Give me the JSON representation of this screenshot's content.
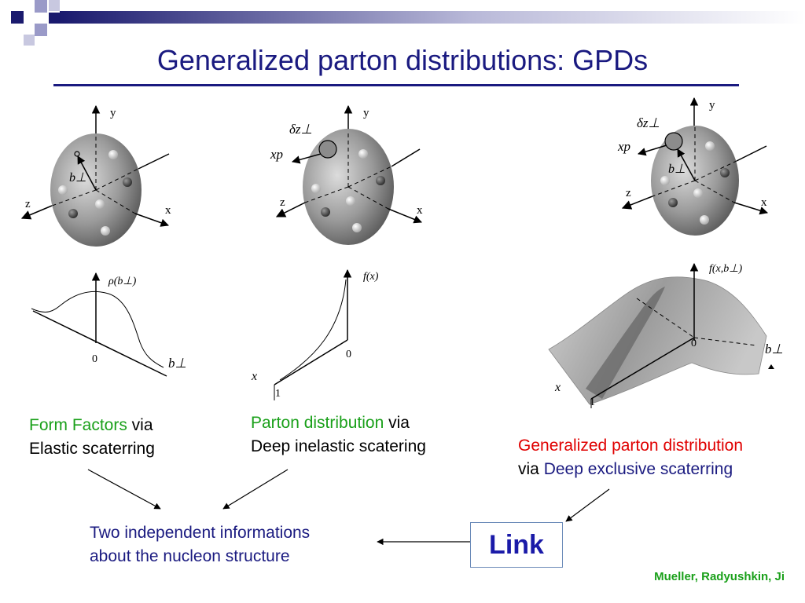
{
  "title": "Generalized parton distributions: GPDs",
  "colors": {
    "title": "#1a1a80",
    "highlight_green": "#1aa01a",
    "highlight_red": "#e00000"
  },
  "diagrams": {
    "axis_y": "y",
    "axis_x": "x",
    "axis_z": "z",
    "b_perp": "b⊥",
    "delta_z": "δz⊥",
    "xp": "xp",
    "rho_b": "ρ(b⊥)",
    "f_x": "f(x)",
    "f_x_b": "f(x,b⊥)",
    "zero": "0",
    "one": "1",
    "x": "x"
  },
  "captions": {
    "form_factors": {
      "highlight": "Form Factors",
      "via": " via",
      "line2": "Elastic scaterring"
    },
    "parton": {
      "highlight": "Parton distribution",
      "via": " via",
      "line2": "Deep inelastic scatering"
    },
    "gpd": {
      "highlight": "Generalized parton distribution",
      "via": "via ",
      "method": "Deep exclusive scaterring"
    },
    "two_info": {
      "line1": "Two independent informations",
      "line2": "about the nucleon structure"
    }
  },
  "link_label": "Link",
  "credit": "Mueller, Radyushkin, Ji"
}
